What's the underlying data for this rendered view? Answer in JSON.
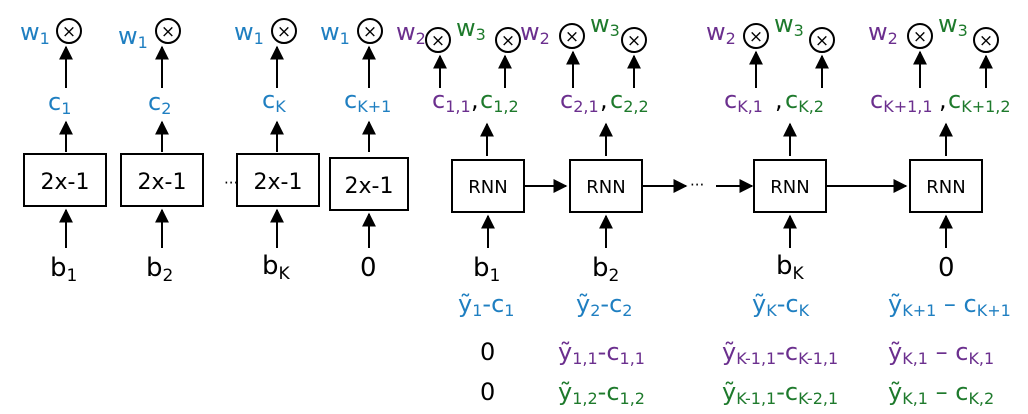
{
  "colors": {
    "blue": "#1f7fc1",
    "purple": "#6b2f8e",
    "green": "#1e7a2c",
    "black": "#000000"
  },
  "left": {
    "columns": [
      {
        "input": "b",
        "input_sub": "1",
        "box": "2x-1",
        "output": "c",
        "output_sub": "1",
        "weight": "w",
        "weight_sub": "1"
      },
      {
        "input": "b",
        "input_sub": "2",
        "box": "2x-1",
        "output": "c",
        "output_sub": "2",
        "weight": "w",
        "weight_sub": "1"
      },
      {
        "input": "b",
        "input_sub": "K",
        "box": "2x-1",
        "output": "c",
        "output_sub": "K",
        "weight": "w",
        "weight_sub": "1"
      },
      {
        "input": "0",
        "input_sub": "",
        "box": "2x-1",
        "output": "c",
        "output_sub": "K+1",
        "weight": "w",
        "weight_sub": "1"
      }
    ],
    "ellipsis": "···"
  },
  "right": {
    "box_label": "RNN",
    "ellipsis": "···",
    "w2": {
      "base": "w",
      "sub": "2"
    },
    "w3": {
      "base": "w",
      "sub": "3"
    },
    "columns": [
      {
        "out1": {
          "base": "c",
          "sub": "1,1"
        },
        "out2": {
          "base": "c",
          "sub": "1,2"
        },
        "input": "b",
        "input_sub": "1",
        "row1": {
          "y": "ỹ",
          "ysub": "1",
          "c": "c",
          "csub": "1",
          "sep": "-"
        },
        "row2": "0",
        "row3": "0"
      },
      {
        "out1": {
          "base": "c",
          "sub": "2,1"
        },
        "out2": {
          "base": "c",
          "sub": "2,2"
        },
        "input": "b",
        "input_sub": "2",
        "row1": {
          "y": "ỹ",
          "ysub": "2",
          "c": "c",
          "csub": "2",
          "sep": "-"
        },
        "row2": {
          "y": "ỹ",
          "ysub": "1,1",
          "c": "c",
          "csub": "1,1",
          "sep": "-"
        },
        "row3": {
          "y": "ỹ",
          "ysub": "1,2",
          "c": "c",
          "csub": "1,2",
          "sep": "-"
        }
      },
      {
        "out1": {
          "base": "c",
          "sub": "K,1"
        },
        "out2": {
          "base": "c",
          "sub": "K,2"
        },
        "input": "b",
        "input_sub": "K",
        "row1": {
          "y": "ỹ",
          "ysub": "K",
          "c": "c",
          "csub": "K",
          "sep": "-"
        },
        "row2": {
          "y": "ỹ",
          "ysub": "K-1,1",
          "c": "c",
          "csub": "K-1,1",
          "sep": "-"
        },
        "row3": {
          "y": "ỹ",
          "ysub": "K-1,1",
          "c": "c",
          "csub": "K-2,1",
          "sep": "-"
        }
      },
      {
        "out1": {
          "base": "c",
          "sub": "K+1,1"
        },
        "out2": {
          "base": "c",
          "sub": "K+1,2"
        },
        "input": "0",
        "input_sub": "",
        "row1": {
          "y": "ỹ",
          "ysub": "K+1",
          "c": "c",
          "csub": "K+1",
          "sep": " – "
        },
        "row2": {
          "y": "ỹ",
          "ysub": "K,1",
          "c": "c",
          "csub": "K,1",
          "sep": " – "
        },
        "row3": {
          "y": "ỹ",
          "ysub": "K,1",
          "c": "c",
          "csub": "K,2",
          "sep": " – "
        }
      }
    ]
  },
  "multiply_symbol": "×"
}
